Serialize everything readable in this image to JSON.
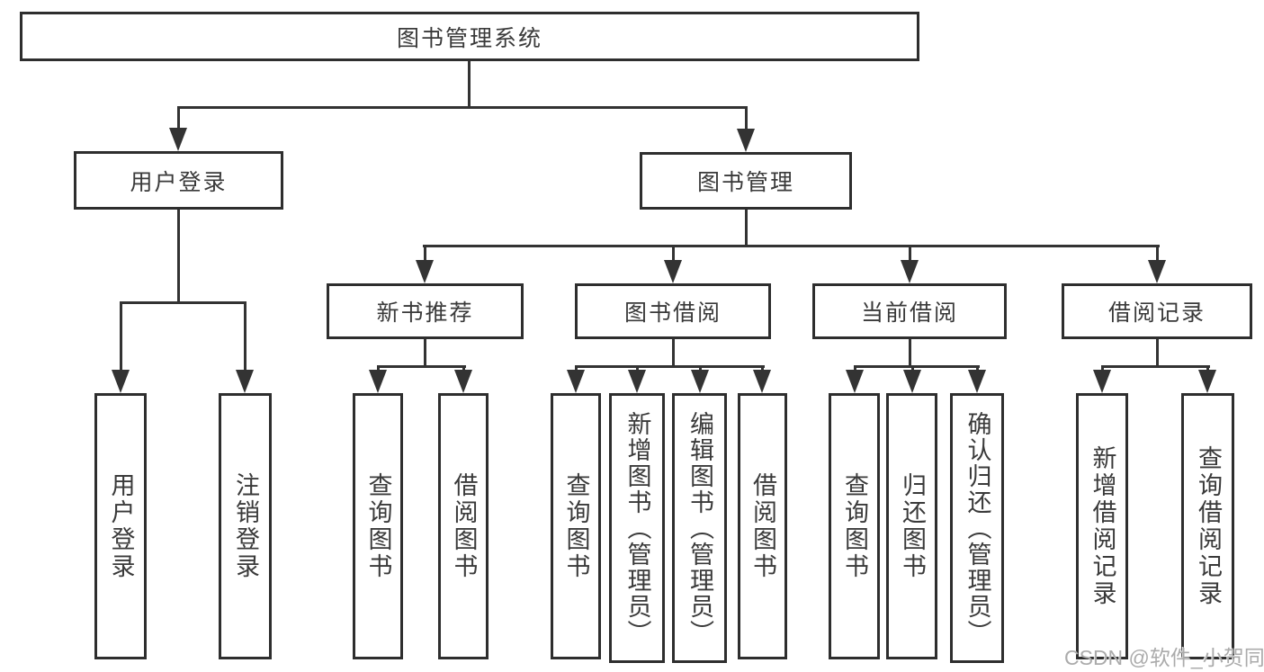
{
  "diagram": {
    "type": "hierarchy-tree",
    "root": {
      "label": "图书管理系统"
    },
    "level2": {
      "user_login": {
        "label": "用户登录"
      },
      "book_mgmt": {
        "label": "图书管理"
      }
    },
    "level3": {
      "new_books": {
        "label": "新书推荐"
      },
      "book_borrow": {
        "label": "图书借阅"
      },
      "current_borrow": {
        "label": "当前借阅"
      },
      "borrow_records": {
        "label": "借阅记录"
      }
    },
    "leaves": {
      "user_login": [
        "用户登录",
        "注销登录"
      ],
      "new_books": [
        "查询图书",
        "借阅图书"
      ],
      "book_borrow": [
        "查询图书",
        "新增图书（管理员）",
        "编辑图书（管理员）",
        "借阅图书"
      ],
      "current_borrow": [
        "查询图书",
        "归还图书",
        "确认归还（管理员）"
      ],
      "borrow_records": [
        "新增借阅记录",
        "查询借阅记录"
      ]
    }
  },
  "watermark": {
    "text": "CSDN @软件_小贺同学",
    "color": "#ababab"
  },
  "colors": {
    "line": "#333333",
    "border": "#2e2e2e",
    "text": "#3a3a3a",
    "background": "#ffffff"
  }
}
